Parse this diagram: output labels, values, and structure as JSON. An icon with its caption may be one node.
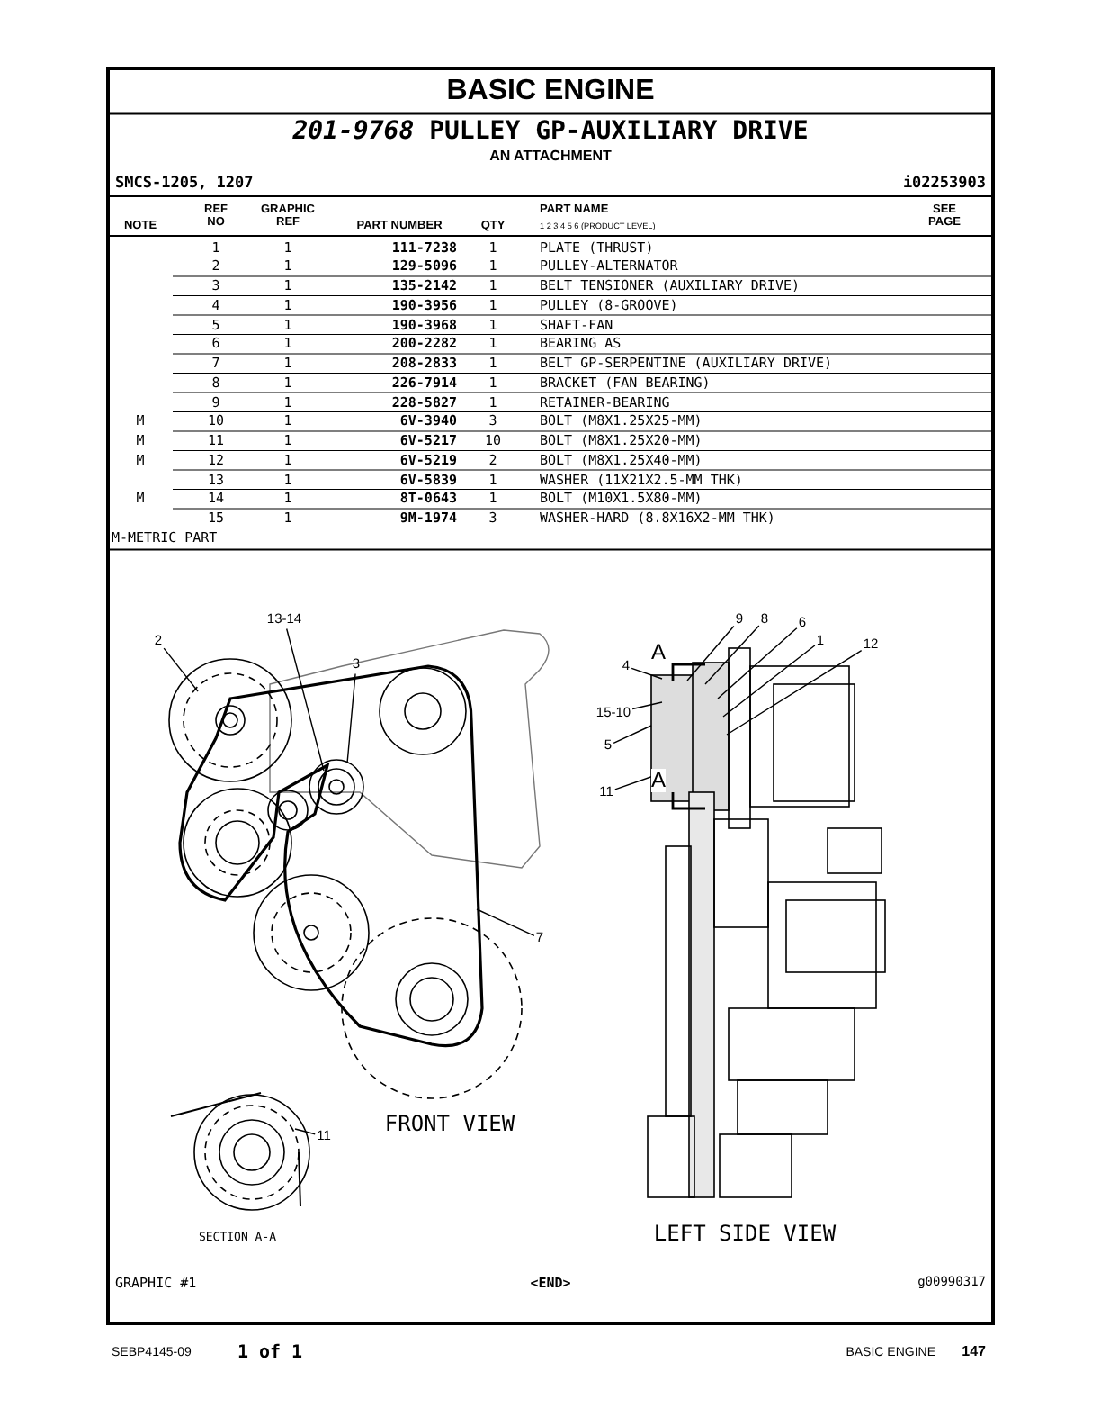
{
  "diagram": {
    "title": "BASIC ENGINE",
    "nodes": [
      {
        "text": [
          "2"
        ]
      },
      {
        "text": [
          "13-14"
        ]
      },
      {
        "text": [
          "3"
        ]
      },
      {
        "text": [
          "7"
        ]
      },
      {
        "text": [
          "11"
        ]
      },
      {
        "text": [
          "9"
        ]
      },
      {
        "text": [
          "8"
        ]
      },
      {
        "text": [
          "6"
        ]
      },
      {
        "text": [
          "1"
        ]
      },
      {
        "text": [
          "12"
        ]
      },
      {
        "text": [
          "4"
        ]
      },
      {
        "text": [
          "15-10"
        ]
      },
      {
        "text": [
          "5"
        ]
      },
      {
        "text": [
          "11"
        ]
      },
      {
        "text": [],
        "shape": "picture",
        "beside": [
          "FRONT VIEW"
        ]
      },
      {
        "text": [],
        "shape": "picture",
        "beside": [
          "SECTION A-A"
        ]
      },
      {
        "text": [],
        "shape": "picture",
        "beside": [
          "LEFT SIDE VIEW"
        ]
      }
    ],
    "edges": [
      {
        "from": 0,
        "to": 14,
        "arrow": "none"
      },
      {
        "from": 1,
        "to": 14,
        "arrow": "none"
      },
      {
        "from": 2,
        "to": 14,
        "arrow": "none"
      },
      {
        "from": 3,
        "to": 14,
        "arrow": "none"
      },
      {
        "from": 4,
        "to": 15,
        "arrow": "none"
      },
      {
        "from": 5,
        "to": 16,
        "arrow": "none"
      },
      {
        "from": 6,
        "to": 16,
        "arrow": "none"
      },
      {
        "from": 7,
        "to": 16,
        "arrow": "none"
      },
      {
        "from": 8,
        "to": 16,
        "arrow": "none"
      },
      {
        "from": 9,
        "to": 16,
        "arrow": "none"
      },
      {
        "from": 10,
        "to": 16,
        "arrow": "none"
      },
      {
        "from": 11,
        "to": 16,
        "arrow": "none"
      },
      {
        "from": 12,
        "to": 16,
        "arrow": "none"
      },
      {
        "from": 13,
        "to": 16,
        "arrow": "none"
      }
    ],
    "labels": [
      "*201-9768* PULLEY GP-AUXILIARY DRIVE",
      "AN ATTACHMENT",
      "SMCS-1205, 1207",
      "i02253903",
      "NOTE",
      "REF NO",
      "GRAPHIC REF",
      "PART NUMBER",
      "QTY",
      "PART NAME",
      "1 2 3 4 5 6 (PRODUCT LEVEL)",
      "SEE PAGE",
      "1",
      "1",
      "111-7238",
      "1",
      "PLATE (THRUST)",
      "2",
      "1",
      "129-5096",
      "1",
      "PULLEY-ALTERNATOR",
      "3",
      "1",
      "135-2142",
      "1",
      "BELT TENSIONER (AUXILIARY DRIVE)",
      "4",
      "1",
      "190-3956",
      "1",
      "PULLEY (8-GROOVE)",
      "5",
      "1",
      "190-3968",
      "1",
      "SHAFT-FAN",
      "6",
      "1",
      "200-2282",
      "1",
      "BEARING AS",
      "7",
      "1",
      "208-2833",
      "1",
      "BELT GP-SERPENTINE (AUXILIARY DRIVE)",
      "8",
      "1",
      "226-7914",
      "1",
      "BRACKET (FAN BEARING)",
      "9",
      "1",
      "228-5827",
      "1",
      "RETAINER-BEARING",
      "M",
      "10",
      "1",
      "6V-3940",
      "3",
      "BOLT (M8X1.25X25-MM)",
      "M",
      "11",
      "1",
      "6V-5217",
      "10",
      "BOLT (M8X1.25X20-MM)",
      "M",
      "12",
      "1",
      "6V-5219",
      "2",
      "BOLT (M8X1.25X40-MM)",
      "13",
      "1",
      "6V-5839",
      "1",
      "WASHER (11X21X2.5-MM THK)",
      "M",
      "14",
      "1",
      "8T-0643",
      "1",
      "BOLT (M10X1.5X80-MM)",
      "15",
      "1",
      "9M-1974",
      "3",
      "WASHER-HARD (8.8X16X2-MM THK)",
      "M-METRIC PART",
      "A",
      "A",
      "GRAPHIC #1",
      "<END>",
      "g00990317",
      "SEBP4145-09",
      "1 of 1",
      "BASIC ENGINE",
      "147"
    ]
  }
}
